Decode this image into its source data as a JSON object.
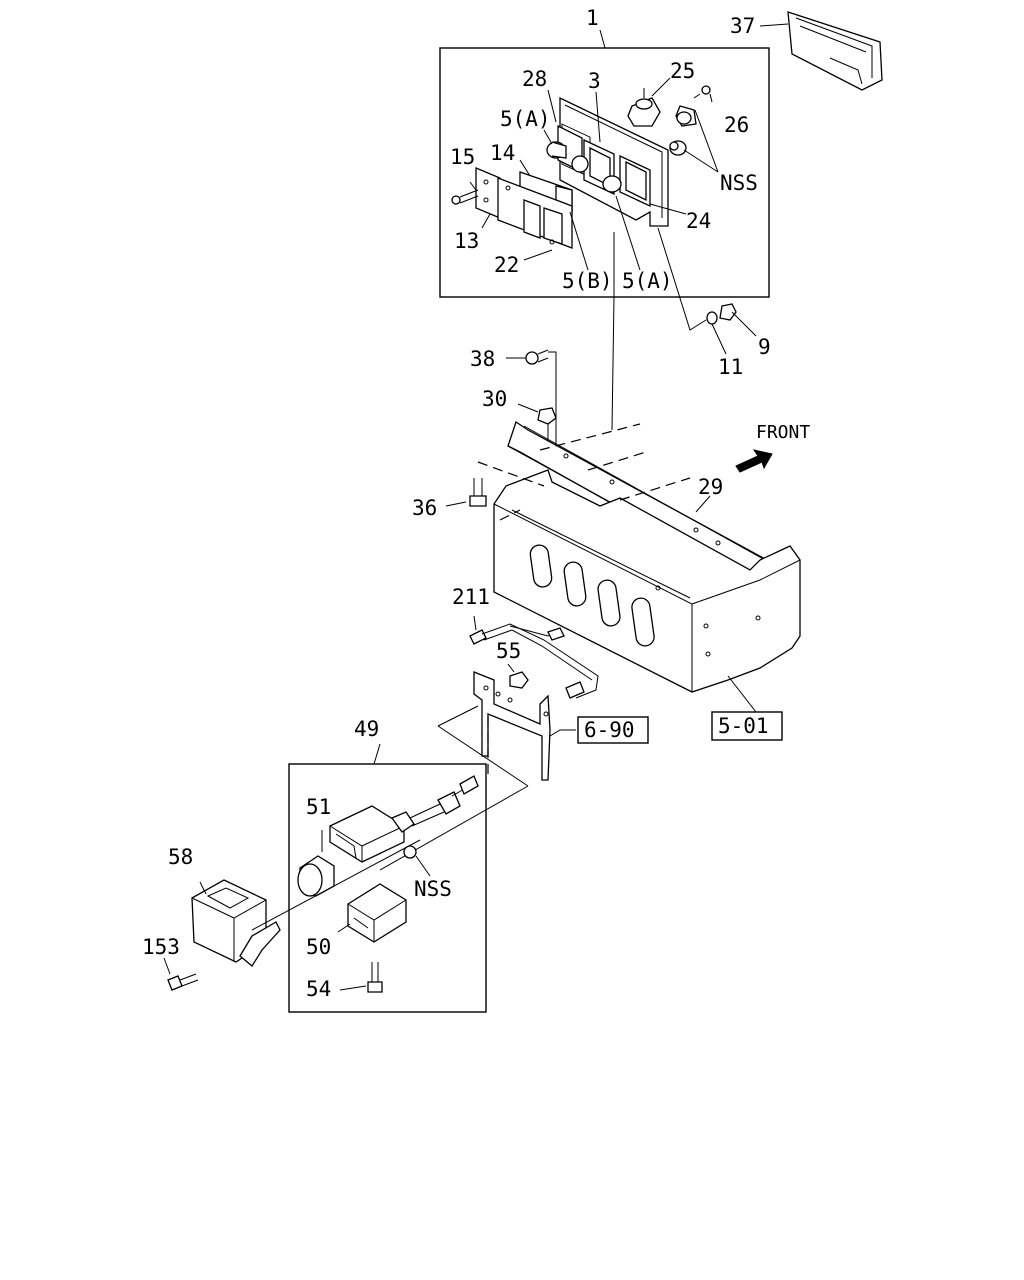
{
  "diagram": {
    "direction_label": "FRONT",
    "nss_labels": [
      "NSS",
      "NSS"
    ],
    "reference_boxes": [
      "6-90",
      "5-01"
    ],
    "callouts": [
      {
        "id": "c1",
        "text": "1"
      },
      {
        "id": "c37",
        "text": "37"
      },
      {
        "id": "c28",
        "text": "28"
      },
      {
        "id": "c3",
        "text": "3"
      },
      {
        "id": "c25",
        "text": "25"
      },
      {
        "id": "c5a_top",
        "text": "5(A)"
      },
      {
        "id": "c26",
        "text": "26"
      },
      {
        "id": "c15",
        "text": "15"
      },
      {
        "id": "c14",
        "text": "14"
      },
      {
        "id": "c13",
        "text": "13"
      },
      {
        "id": "c22",
        "text": "22"
      },
      {
        "id": "c5b",
        "text": "5(B)"
      },
      {
        "id": "c5a_bot",
        "text": "5(A)"
      },
      {
        "id": "c24",
        "text": "24"
      },
      {
        "id": "c9",
        "text": "9"
      },
      {
        "id": "c11",
        "text": "11"
      },
      {
        "id": "c38",
        "text": "38"
      },
      {
        "id": "c30",
        "text": "30"
      },
      {
        "id": "c36",
        "text": "36"
      },
      {
        "id": "c29",
        "text": "29"
      },
      {
        "id": "c211",
        "text": "211"
      },
      {
        "id": "c55",
        "text": "55"
      },
      {
        "id": "c49",
        "text": "49"
      },
      {
        "id": "c51",
        "text": "51"
      },
      {
        "id": "c58",
        "text": "58"
      },
      {
        "id": "c50",
        "text": "50"
      },
      {
        "id": "c153",
        "text": "153"
      },
      {
        "id": "c54",
        "text": "54"
      }
    ]
  }
}
